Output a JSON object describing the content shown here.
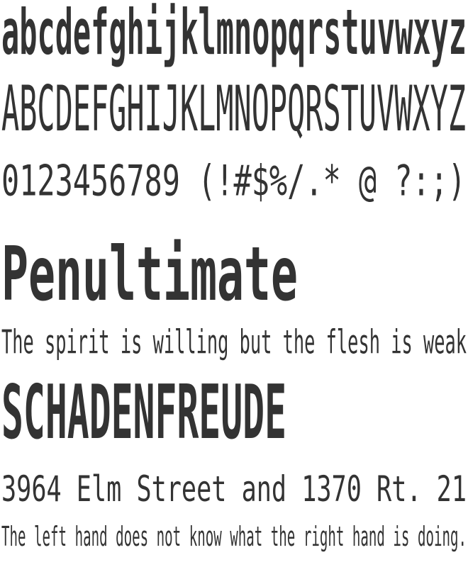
{
  "specimen": {
    "lowercase": "abcdefghijklmnopqrstuvwxyz",
    "uppercase": "ABCDEFGHIJKLMNOPQRSTUVWXYZ",
    "numerals_symbols": "0123456789 (!#$%/.* @ ?:;)",
    "sample_word_1": "Penultimate",
    "sample_sentence_1": "The spirit is willing but the flesh is weak",
    "sample_word_2": "SCHADENFREUDE",
    "sample_address": "3964 Elm Street and 1370 Rt. 21",
    "sample_sentence_2": "The left hand does not know what the right hand is doing."
  },
  "colors": {
    "text": "#333333",
    "background": "#ffffff"
  }
}
